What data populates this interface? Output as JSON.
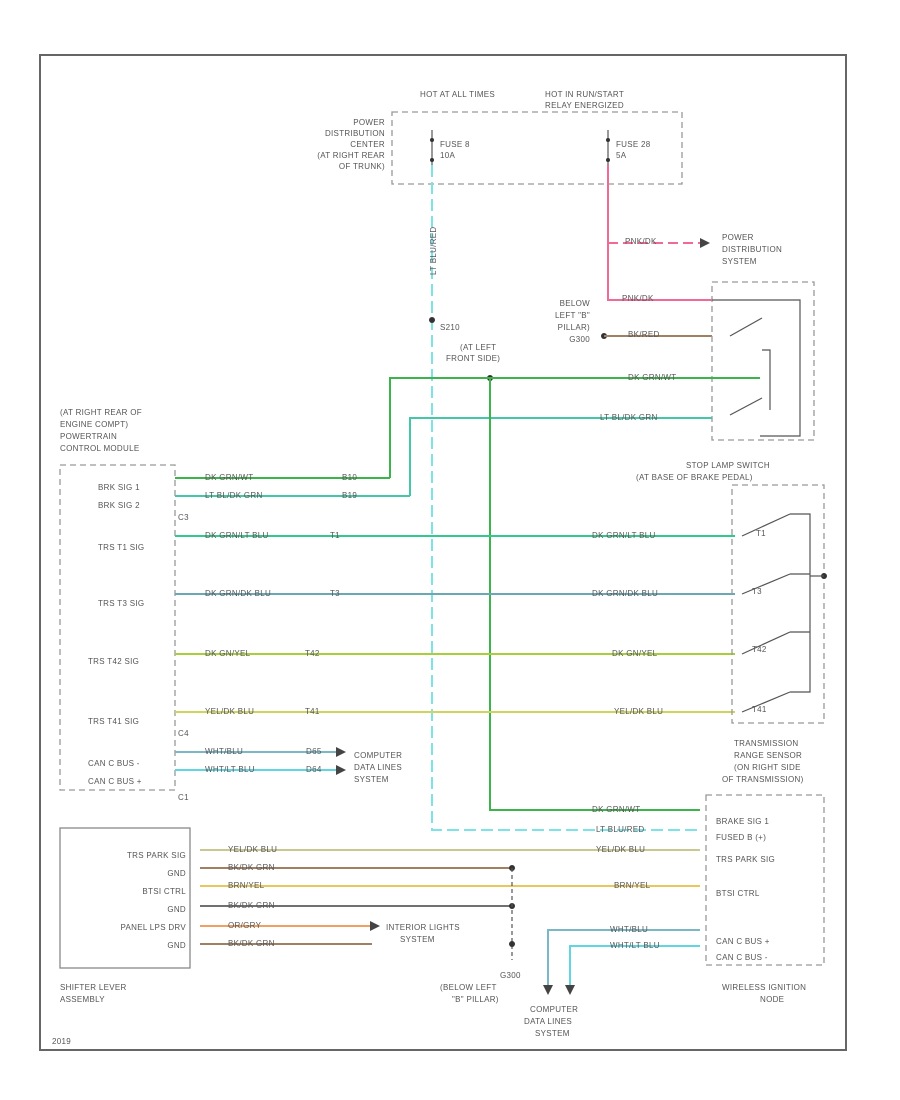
{
  "colors": {
    "dk_grn_wt": "#3cb44b",
    "lt_bl_dk_grn": "#43c7a8",
    "dk_grn_lt_blu": "#33c98e",
    "dk_grn_dk_blu": "#6aa8b8",
    "dk_gn_yel": "#a8cf3a",
    "yel_dk_blu": "#cfd45a",
    "wt_blu": "#7ab8c8",
    "wt_lt_blu": "#62d6e0",
    "lt_blu_red": "#7ee3e8",
    "pink": "#f06a95",
    "bk_red": "#a08060",
    "orange": "#f0a060",
    "brn_yel": "#e8c85a",
    "bk_grn": "#707070",
    "yel_blu": "#c8c890"
  },
  "labels": {
    "hot_at_all_times": "HOT AT ALL TIMES",
    "hot_in_run_start": "HOT IN RUN/START",
    "relay_energized": "RELAY ENERGIZED",
    "pdc_1": "POWER",
    "pdc_2": "DISTRIBUTION",
    "pdc_3": "CENTER",
    "pdc_4": "(AT RIGHT REAR",
    "pdc_5": "OF TRUNK)",
    "fuse_8": "FUSE 8",
    "fuse_8_amp": "10A",
    "fuse_28": "FUSE 28",
    "fuse_28_amp": "5A",
    "wire_lt_blu_red": "LT BLU/RED",
    "wire_pink": "PNK/DK",
    "pds_1": "POWER",
    "pds_2": "DISTRIBUTION",
    "pds_3": "SYSTEM",
    "below_1": "BELOW",
    "below_2": "LEFT \"B\"",
    "below_3": "PILLAR)",
    "below_4": "G300",
    "splice_s210": "S210",
    "left_front_1": "(AT LEFT",
    "left_front_2": "FRONT SIDE)",
    "wire_pink_2": "PNK/DK",
    "wire_bk_red": "BK/RED",
    "pcm_1": "(AT RIGHT REAR OF",
    "pcm_2": "ENGINE COMPT)",
    "pcm_3": "POWERTRAIN",
    "pcm_4": "CONTROL MODULE",
    "brk_sig_1": "BRK SIG 1",
    "brk_sig_2": "BRK SIG 2",
    "trs_t1": "TRS T1 SIG",
    "trs_t3": "TRS T3 SIG",
    "trs_t42": "TRS T42 SIG",
    "trs_t41": "TRS T41 SIG",
    "can_c_bus_m": "CAN C BUS -",
    "can_c_bus_p": "CAN C BUS +",
    "c3": "C3",
    "c4": "C4",
    "c1": "C1",
    "slsw_1": "STOP LAMP SWITCH",
    "slsw_2": "(AT BASE OF BRAKE PEDAL)",
    "wire_dk_grn_wt": "DK GRN/WT",
    "wire_lt_bl_dk_grn": "LT BL/DK GRN",
    "wire_dk_grn_lt_blu": "DK GRN/LT BLU",
    "wire_dk_grn_dk_blu": "DK GRN/DK BLU",
    "wire_dk_gn_yel": "DK GN/YEL",
    "wire_yel_dk_blu": "YEL/DK BLU",
    "wire_wt_blu": "WHT/BLU",
    "wire_wt_lt_blu": "WHT/LT BLU",
    "code_b10": "B10",
    "code_b19": "B19",
    "code_t1": "T1",
    "code_t3": "T3",
    "code_t42": "T42",
    "code_t41": "T41",
    "code_d65": "D65",
    "code_d64": "D64",
    "cdl_1": "COMPUTER",
    "cdl_2": "DATA LINES",
    "cdl_3": "SYSTEM",
    "tr_1": "TRANSMISSION",
    "tr_2": "RANGE SENSOR",
    "tr_3": "(ON RIGHT SIDE",
    "tr_4": "OF TRANSMISSION)",
    "sw_l1": "T41",
    "sw_l2": "T42",
    "sw_l3": "T3",
    "sw_l4": "T1",
    "brake_sig_1": "BRAKE SIG 1",
    "fused_b": "FUSED B (+)",
    "trs_park_sig": "TRS PARK SIG",
    "btsi_ctrl": "BTSI CTRL",
    "can_c_bus_p2": "CAN C BUS +",
    "can_c_bus_m2": "CAN C BUS -",
    "wire_dk_grn_wt_2": "DK GRN/WT",
    "wire_lt_blu_red_2": "LT BLU/RED",
    "wire_yel_blu": "YEL/DK BLU",
    "wire_brn_yel": "BRN/YEL",
    "wire_wt_blu_2": "WHT/BLU",
    "wire_wt_lt_blu_2": "WHT/LT BLU",
    "sla_trs_park": "TRS PARK SIG",
    "sla_gnd1": "GND",
    "sla_btsi": "BTSI CTRL",
    "sla_gnd2": "GND",
    "sla_panel": "PANEL LPS DRV",
    "sla_gnd3": "GND",
    "wire_sla_yel_blu": "YEL/DK BLU",
    "wire_sla_bk_grn": "BK/DK GRN",
    "wire_sla_brn_yel": "BRN/YEL",
    "wire_sla_bk_grn2": "BK/DK GRN",
    "wire_sla_orange": "OR/GRY",
    "wire_sla_bk_grn3": "BK/DK GRN",
    "int_lights_1": "INTERIOR LIGHTS",
    "int_lights_2": "SYSTEM",
    "shifter_1": "SHIFTER LEVER",
    "shifter_2": "ASSEMBLY",
    "g300_1": "G300",
    "g300_2": "(BELOW LEFT",
    "g300_3": "\"B\" PILLAR)",
    "cdl2_1": "COMPUTER",
    "cdl2_2": "DATA LINES",
    "cdl2_3": "SYSTEM",
    "wim_1": "WIRELESS IGNITION",
    "wim_2": "NODE",
    "figure_id": "2019"
  }
}
